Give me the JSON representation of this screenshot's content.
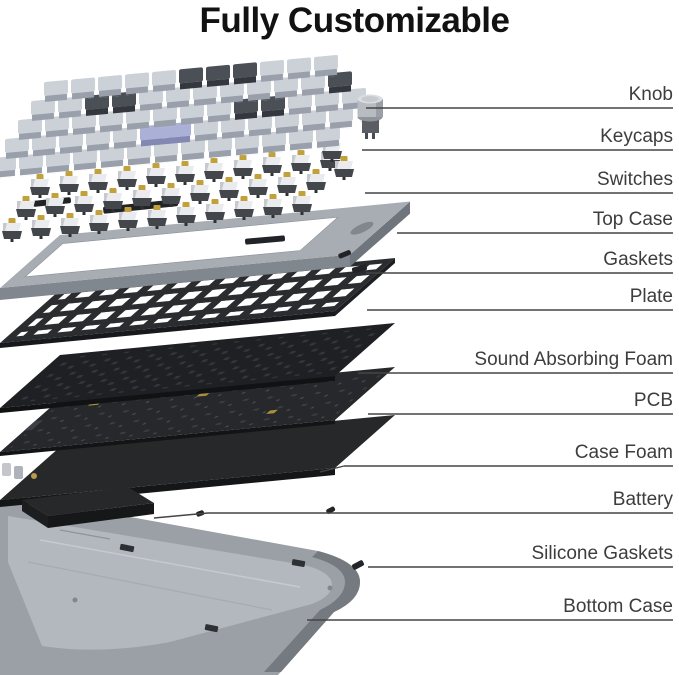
{
  "title": "Fully Customizable",
  "callouts": [
    {
      "id": "knob",
      "text": "Knob"
    },
    {
      "id": "keycaps",
      "text": "Keycaps"
    },
    {
      "id": "switches",
      "text": "Switches"
    },
    {
      "id": "top-case",
      "text": "Top Case"
    },
    {
      "id": "gaskets",
      "text": "Gaskets"
    },
    {
      "id": "plate",
      "text": "Plate"
    },
    {
      "id": "sound-absorbing-foam",
      "text": "Sound Absorbing Foam"
    },
    {
      "id": "pcb",
      "text": "PCB"
    },
    {
      "id": "case-foam",
      "text": "Case Foam"
    },
    {
      "id": "battery",
      "text": "Battery"
    },
    {
      "id": "silicone-gaskets",
      "text": "Silicone Gaskets"
    },
    {
      "id": "bottom-case",
      "text": "Bottom Case"
    }
  ],
  "palette": {
    "title_color": "#121212",
    "label_color": "#3d3d3d",
    "leader_line_color": "#454545",
    "keycap_light": "#ccd1d8",
    "keycap_dark": "#4b4f56",
    "keycap_accent": "#abb0d6",
    "switch_stem_gold": "#c2a13b",
    "top_case_gray": "#a8adb3",
    "bottom_case_gray": "#9aa0a6",
    "dark_layer": "#26282b"
  }
}
